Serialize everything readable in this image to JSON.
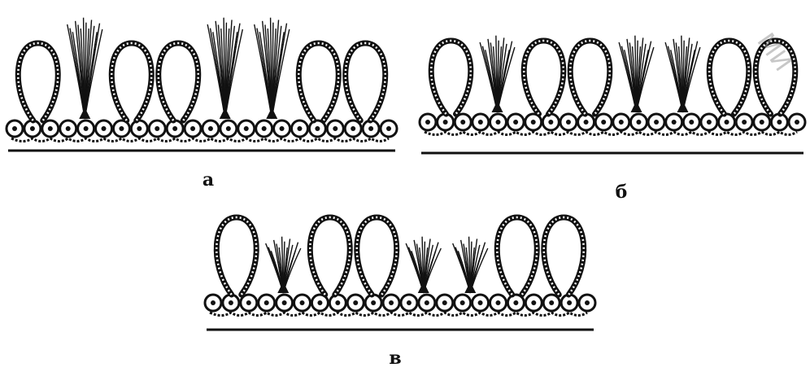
{
  "figure": {
    "panels": [
      {
        "label": "а",
        "pattern": [
          "loop",
          "pile",
          "loop",
          "loop",
          "pile",
          "pile",
          "loop",
          "loop"
        ],
        "pile_style": "long"
      },
      {
        "label": "б",
        "pattern": [
          "loop",
          "pile",
          "loop",
          "loop",
          "pile",
          "pile",
          "loop",
          "loop"
        ],
        "pile_style": "medium"
      },
      {
        "label": "в",
        "pattern": [
          "loop",
          "pile",
          "loop",
          "loop",
          "pile",
          "pile",
          "loop",
          "loop"
        ],
        "pile_style": "short"
      }
    ],
    "watermark": "МИ",
    "colors": {
      "ink": "#111111",
      "background": "#ffffff",
      "watermark": "#9a9a9a"
    }
  }
}
